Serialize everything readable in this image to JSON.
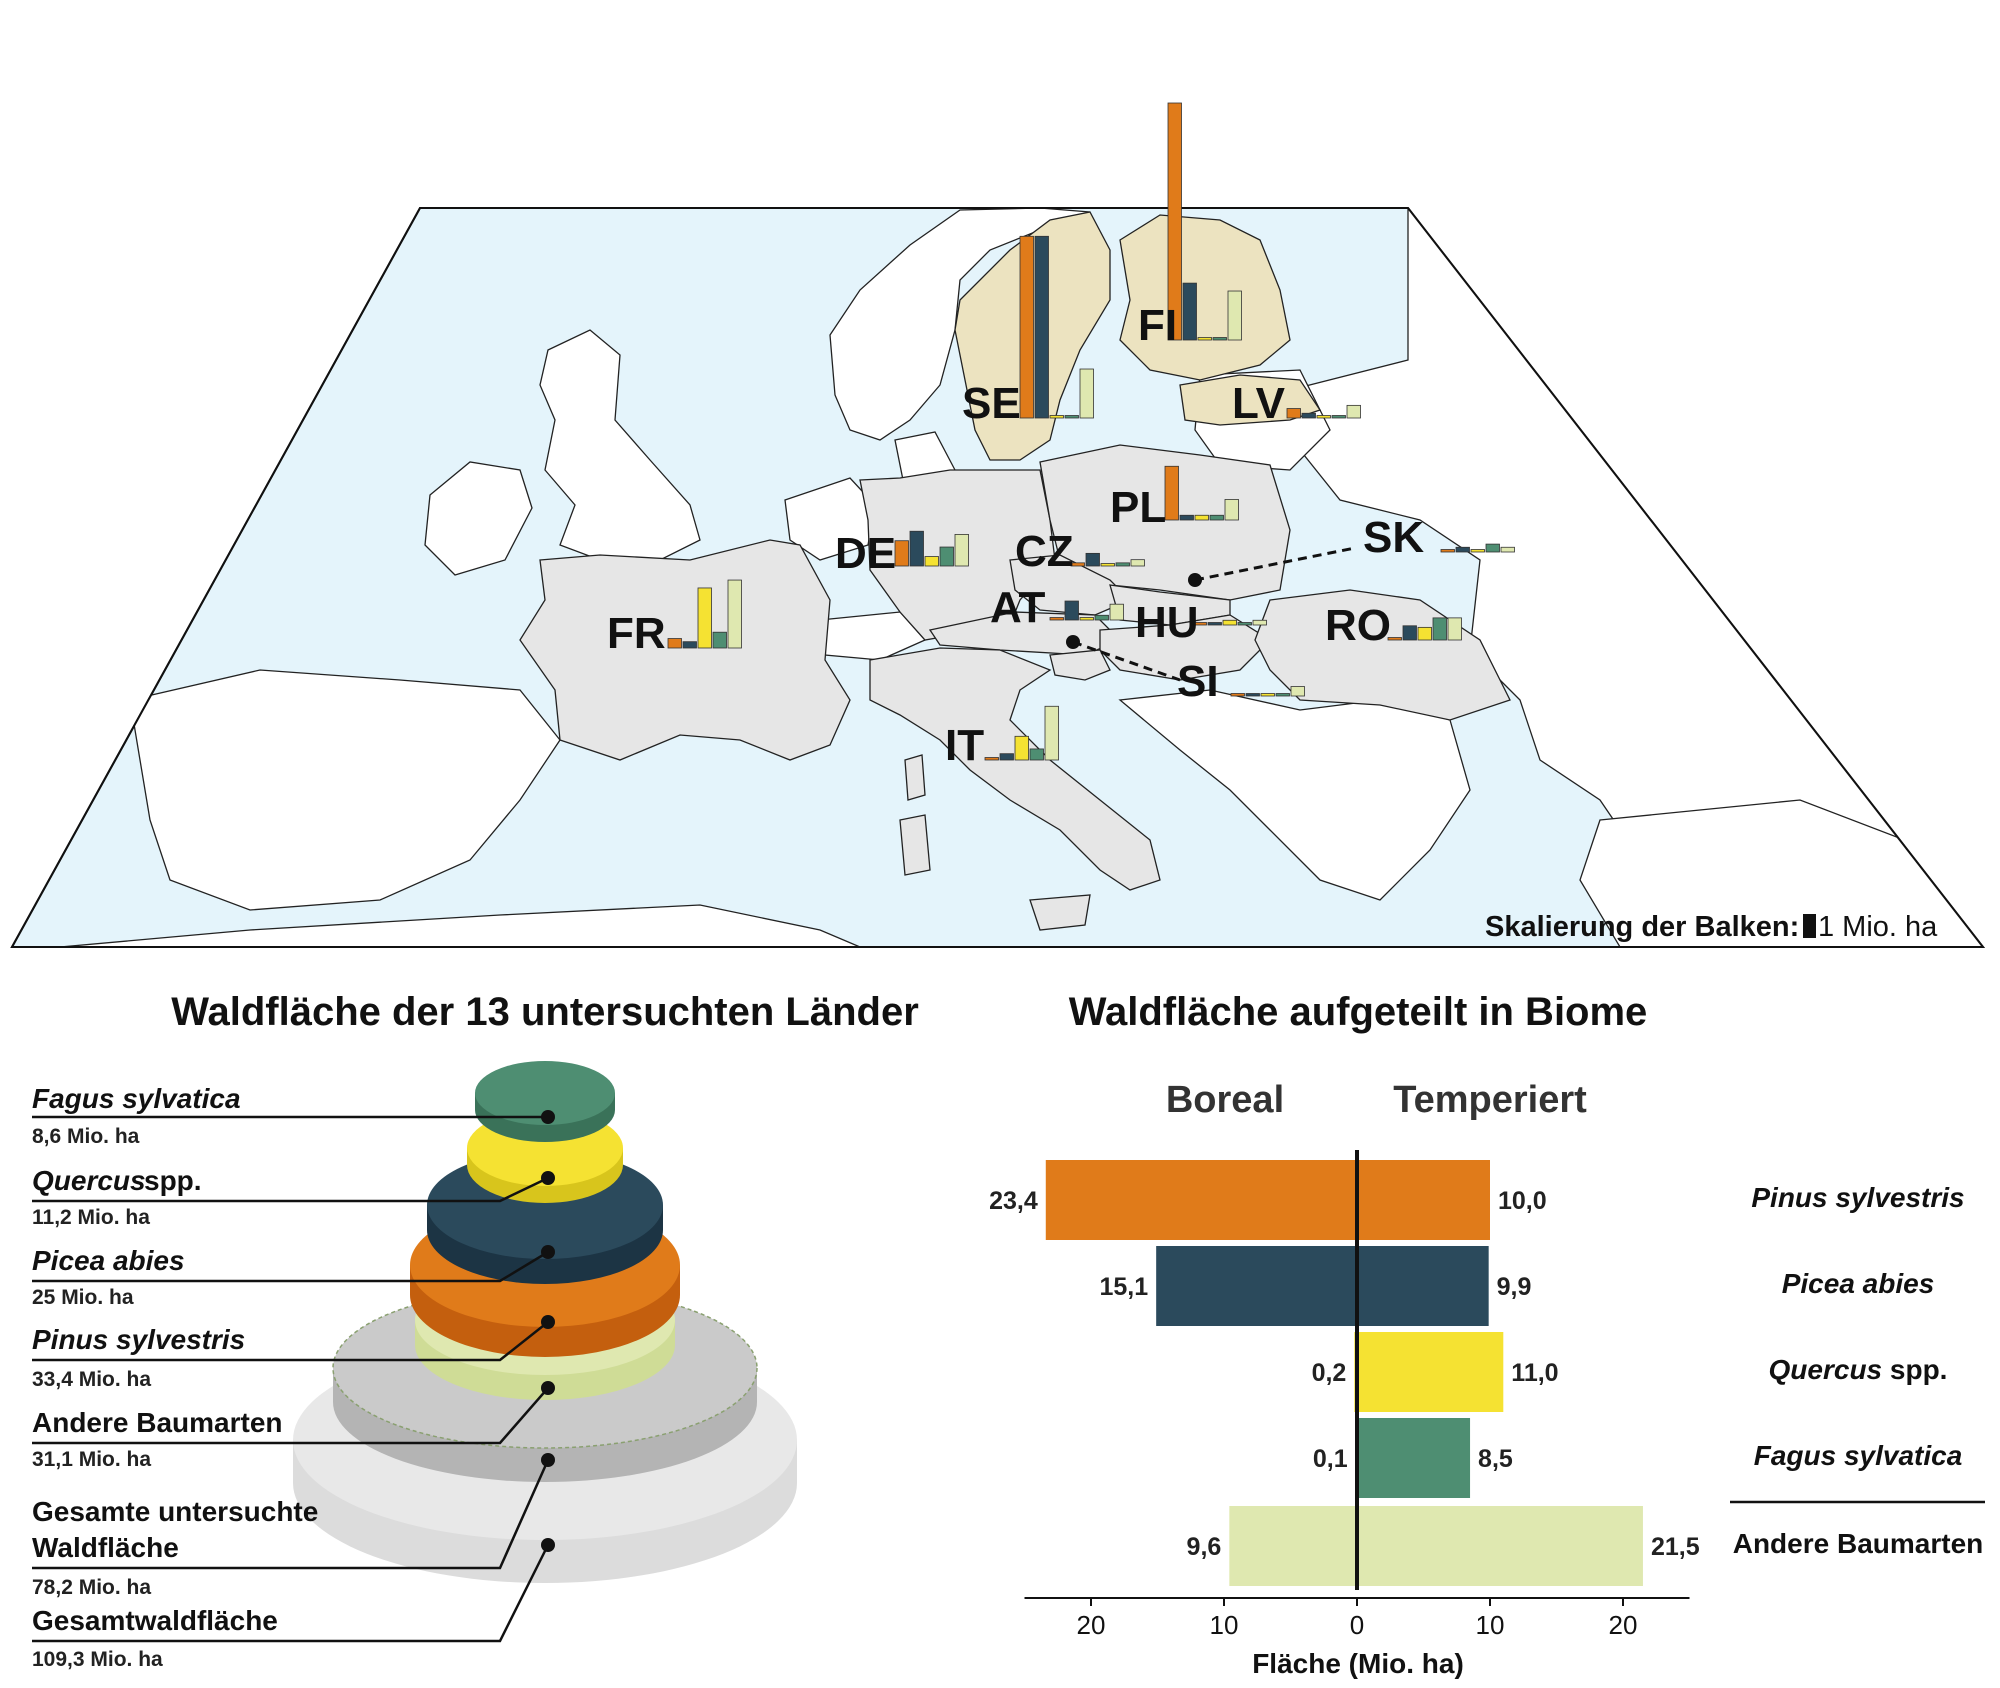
{
  "colors": {
    "Pinus sylvestris": "#e07b1a",
    "Picea abies": "#2b4a5c",
    "Quercus spp.": "#f5e232",
    "Fagus sylvatica": "#4e8e72",
    "Andere Baumarten": "#dfe8b0",
    "sea": "#e4f4fb",
    "boreal_land": "#ece3c0",
    "temperate_land": "#e6e6e6",
    "other_land": "#ffffff"
  },
  "map": {
    "scale_label": "Skalierung der Balken:",
    "scale_value": "1 Mio. ha"
  },
  "chart_data": [
    {
      "type": "bar",
      "title": "",
      "species": [
        "Pinus sylvestris",
        "Picea abies",
        "Quercus spp.",
        "Fagus sylvatica",
        "Andere Baumarten"
      ],
      "series": [
        {
          "name": "FI",
          "values": [
            15.0,
            3.6,
            0.0,
            0.0,
            3.1
          ]
        },
        {
          "name": "SE",
          "values": [
            11.5,
            11.5,
            0.0,
            0.0,
            3.1
          ]
        },
        {
          "name": "LV",
          "values": [
            0.6,
            0.3,
            0.0,
            0.0,
            0.8
          ]
        },
        {
          "name": "PL",
          "values": [
            3.4,
            0.3,
            0.3,
            0.3,
            1.3
          ]
        },
        {
          "name": "DE",
          "values": [
            1.6,
            2.2,
            0.6,
            1.2,
            2.0
          ]
        },
        {
          "name": "CZ",
          "values": [
            0.2,
            0.8,
            0.1,
            0.2,
            0.4
          ]
        },
        {
          "name": "SK",
          "values": [
            0.1,
            0.3,
            0.1,
            0.5,
            0.3
          ]
        },
        {
          "name": "AT",
          "values": [
            0.1,
            1.2,
            0.0,
            0.3,
            1.0
          ]
        },
        {
          "name": "HU",
          "values": [
            0.1,
            0.0,
            0.3,
            0.1,
            0.3
          ]
        },
        {
          "name": "RO",
          "values": [
            0.1,
            0.9,
            0.8,
            1.4,
            1.4
          ]
        },
        {
          "name": "FR",
          "values": [
            0.6,
            0.4,
            3.8,
            1.0,
            4.3
          ]
        },
        {
          "name": "SI",
          "values": [
            0.0,
            0.1,
            0.0,
            0.1,
            0.6
          ]
        },
        {
          "name": "IT",
          "values": [
            0.1,
            0.4,
            1.5,
            0.7,
            3.4
          ]
        }
      ]
    },
    {
      "type": "bar",
      "title": "Waldfläche der 13 untersuchten Länder",
      "layers": [
        {
          "name": "Fagus sylvatica",
          "value_label": "8,6 Mio. ha",
          "value": 8.6
        },
        {
          "name": "Quercus spp.",
          "value_label": "11,2 Mio. ha",
          "value": 11.2
        },
        {
          "name": "Picea abies",
          "value_label": "25 Mio. ha",
          "value": 25
        },
        {
          "name": "Pinus sylvestris",
          "value_label": "33,4 Mio. ha",
          "value": 33.4
        },
        {
          "name": "Andere Baumarten",
          "value_label": "31,1 Mio. ha",
          "value": 31.1
        },
        {
          "name": "Gesamte untersuchte Waldfläche",
          "value_label": "78,2 Mio. ha",
          "value": 78.2
        },
        {
          "name": "Gesamtwaldfläche",
          "value_label": "109,3 Mio. ha",
          "value": 109.3
        }
      ]
    },
    {
      "type": "bar",
      "title": "Waldfläche aufgeteilt in Biome",
      "xlabel": "Fläche (Mio. ha)",
      "xlim": [
        -25,
        25
      ],
      "xticks": [
        "20",
        "10",
        "0",
        "10",
        "20"
      ],
      "categories": [
        "Pinus sylvestris",
        "Picea abies",
        "Quercus spp.",
        "Fagus sylvatica",
        "Andere Baumarten"
      ],
      "series": [
        {
          "name": "Boreal",
          "values": [
            23.4,
            15.1,
            0.2,
            0.1,
            9.6
          ],
          "labels": [
            "23,4",
            "15,1",
            "0,2",
            "0,1",
            "9,6"
          ]
        },
        {
          "name": "Temperiert",
          "values": [
            10.0,
            9.9,
            11.0,
            8.5,
            21.5
          ],
          "labels": [
            "10,0",
            "9,9",
            "11,0",
            "8,5",
            "21,5"
          ]
        }
      ]
    }
  ]
}
